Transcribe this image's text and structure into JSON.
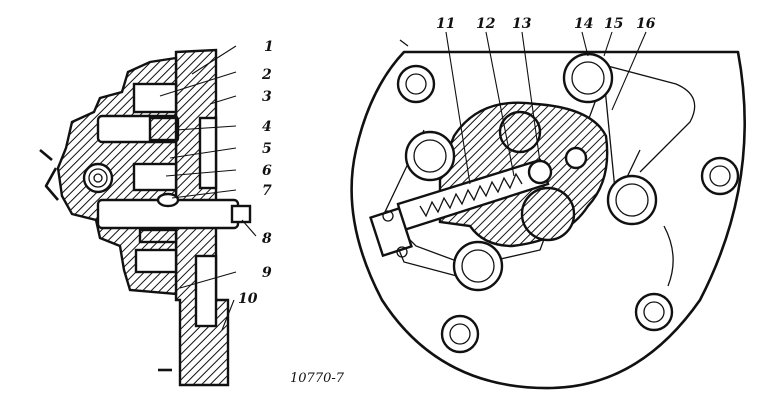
{
  "figure": {
    "left_view_labels": [
      "1",
      "2",
      "3",
      "4",
      "5",
      "6",
      "7",
      "8",
      "9",
      "10"
    ],
    "right_view_labels": [
      "11",
      "12",
      "13",
      "14",
      "15",
      "16"
    ],
    "figure_code": "10770-7"
  }
}
